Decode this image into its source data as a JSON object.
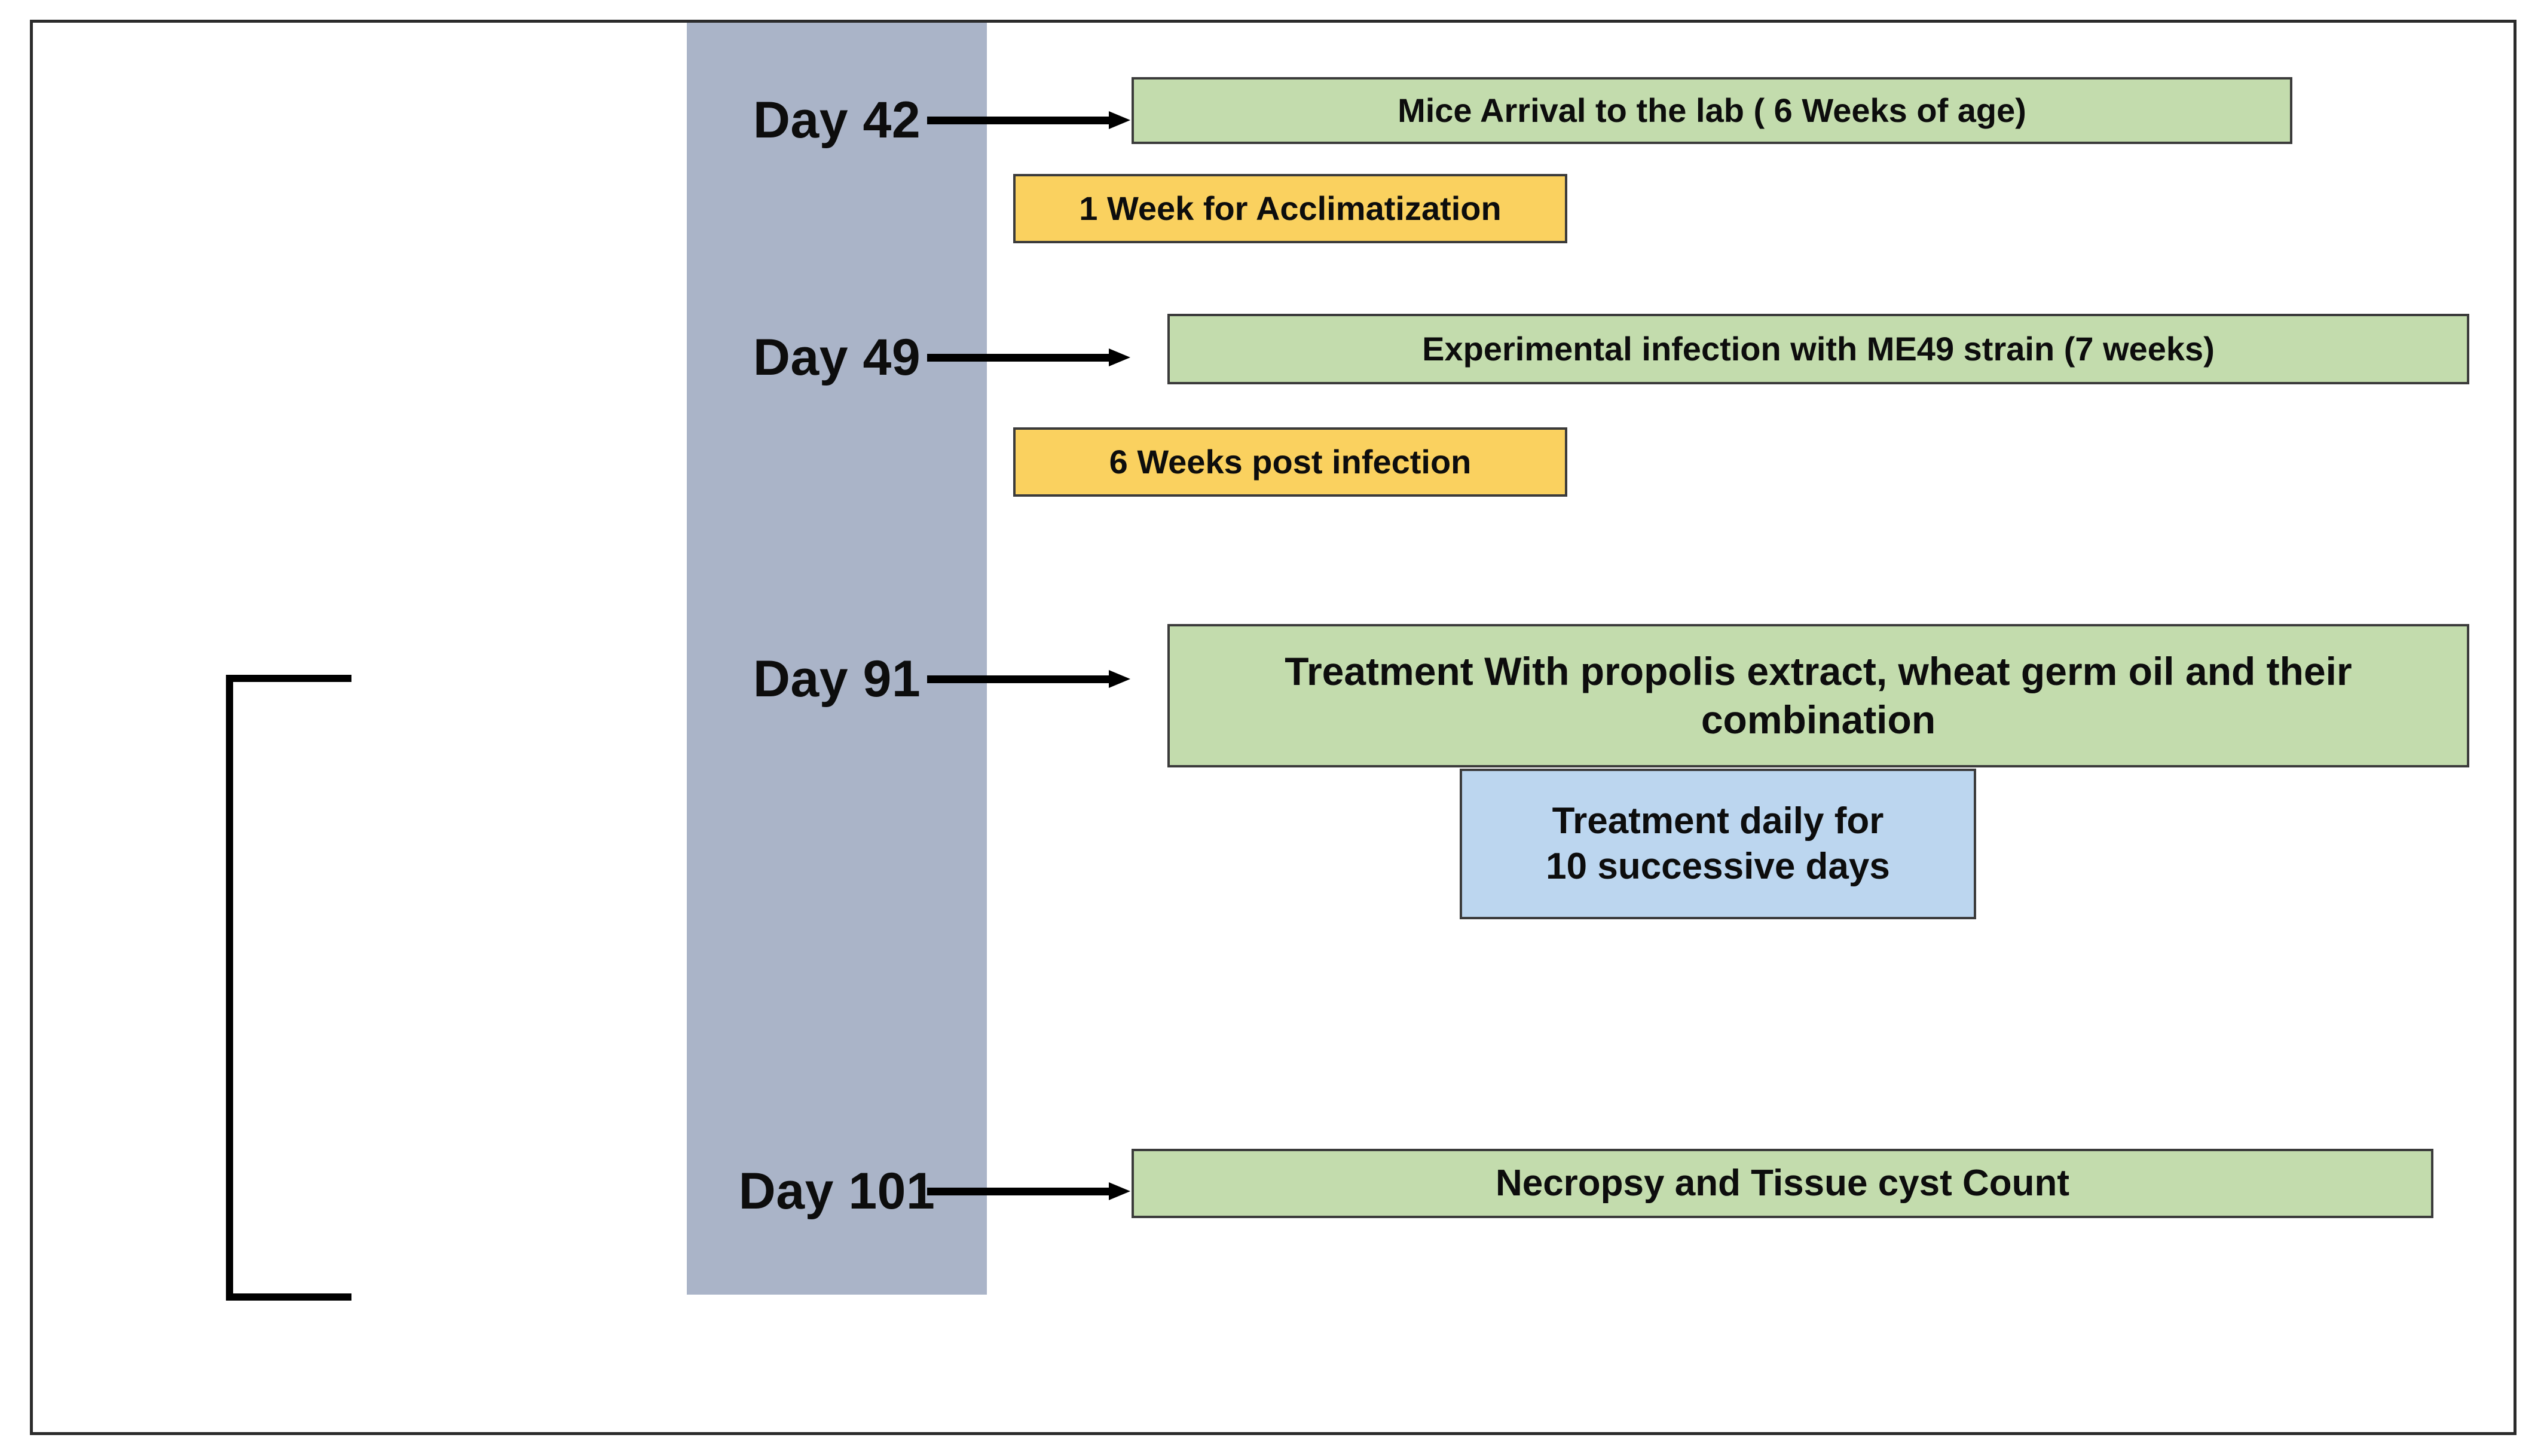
{
  "figure": {
    "title": "Experimental timeline of mouse Toxoplasma gondii study",
    "type": "timeline-flowchart",
    "colors": {
      "timeline_bar": "#aab4c8",
      "event_box": "#c3dcad",
      "interval_box": "#fad15f",
      "note_box": "#bcd6ef",
      "border": "#3b3b3b",
      "frame": "#2b2b2b",
      "arrow": "#000000",
      "text": "#0d0d0d",
      "background": "#ffffff"
    }
  },
  "timeline": {
    "milestones": [
      {
        "day_label": "Day 42",
        "event": "Mice Arrival  to the lab ( 6 Weeks of age)"
      },
      {
        "day_label": "Day 49",
        "event": "Experimental infection with ME49 strain (7 weeks)"
      },
      {
        "day_label": "Day 91",
        "event": "Treatment With propolis extract, wheat germ oil and their combination"
      },
      {
        "day_label": "Day 101",
        "event": "Necropsy and Tissue cyst Count"
      }
    ],
    "intervals": [
      {
        "label": "1 Week for Acclimatization"
      },
      {
        "label": "6 Weeks post infection"
      }
    ],
    "notes": [
      {
        "line1": "Treatment daily for",
        "line2": "10 successive days"
      }
    ]
  }
}
